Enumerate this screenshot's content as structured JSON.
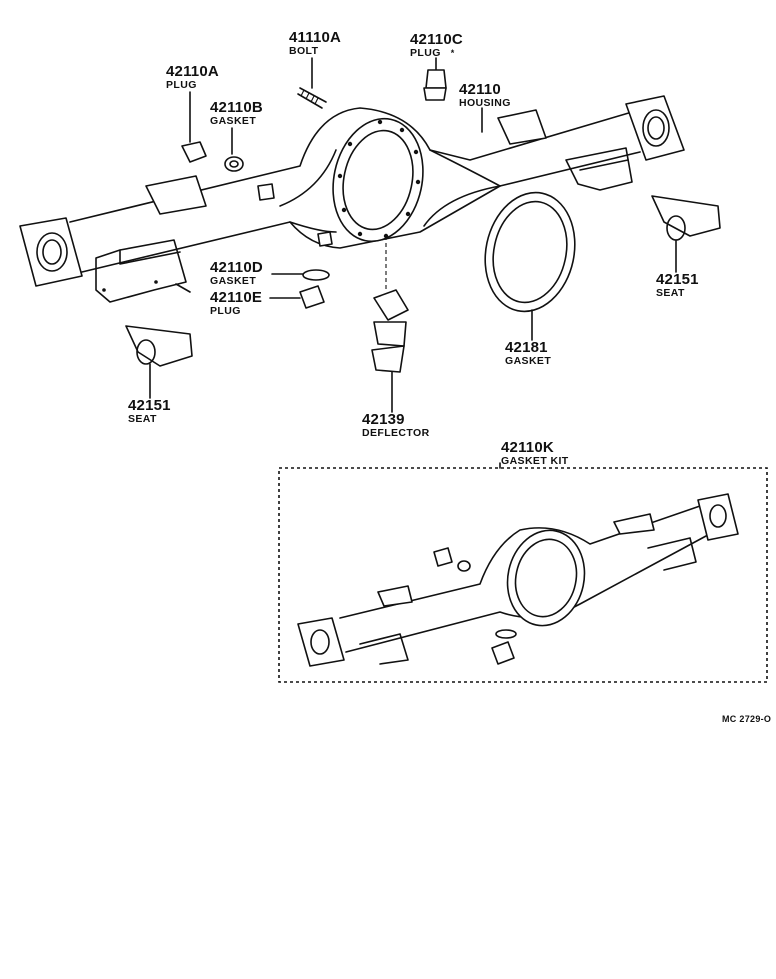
{
  "parts": {
    "bolt": {
      "number": "41110A",
      "name": "BOLT"
    },
    "plug_c": {
      "number": "42110C",
      "name": "PLUG",
      "mark": "*"
    },
    "plug_a": {
      "number": "42110A",
      "name": "PLUG"
    },
    "gasket_b": {
      "number": "42110B",
      "name": "GASKET"
    },
    "housing": {
      "number": "42110",
      "name": "HOUSING"
    },
    "gasket_d": {
      "number": "42110D",
      "name": "GASKET"
    },
    "plug_e": {
      "number": "42110E",
      "name": "PLUG"
    },
    "seat_right": {
      "number": "42151",
      "name": "SEAT"
    },
    "seat_left": {
      "number": "42151",
      "name": "SEAT"
    },
    "gasket_181": {
      "number": "42181",
      "name": "GASKET"
    },
    "deflector": {
      "number": "42139",
      "name": "DEFLECTOR"
    },
    "gasket_kit": {
      "number": "42110K",
      "name": "GASKET KIT"
    }
  },
  "drawing_code": "MC 2729-O"
}
